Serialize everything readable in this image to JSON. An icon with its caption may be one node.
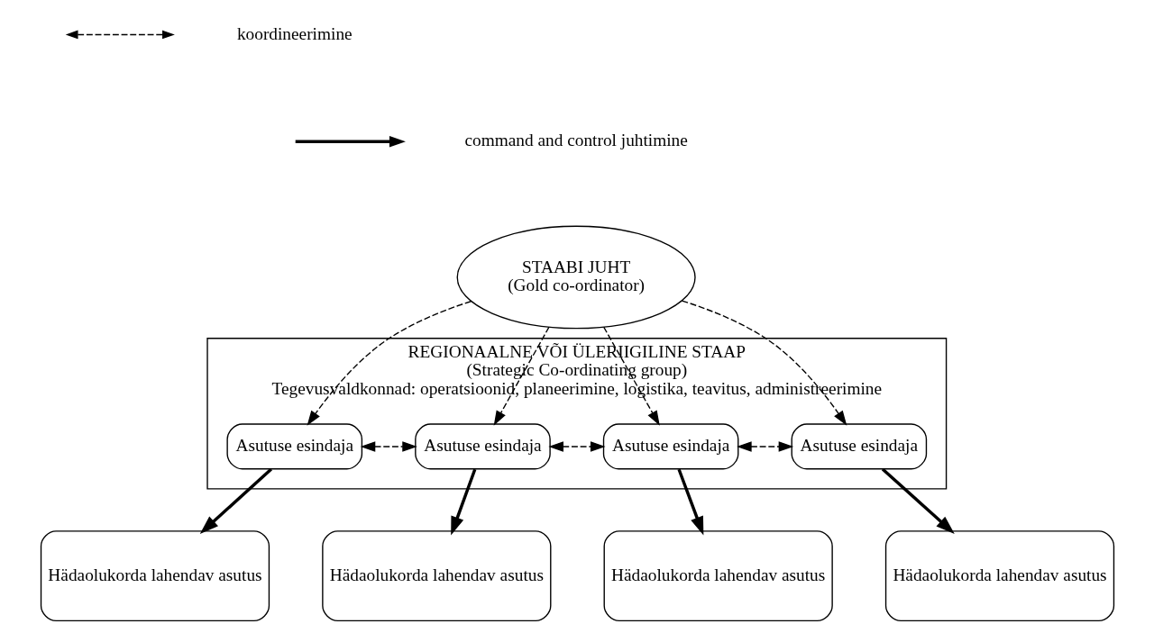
{
  "diagram": {
    "nodes": [
      {
        "text": [
          "STAABI JUHT",
          "(Gold co-ordinator)"
        ]
      },
      {
        "text": [
          "REGIONAALNE VÕI ÜLERIIGILINE STAAP",
          "(Strategic Co-ordinating group)",
          "Tegevusvaldkonnad: operatsioonid, planeerimine, logistika, teavitus, administreerimine"
        ]
      },
      {
        "text": [
          "Asutuse esindaja"
        ],
        "in": 1
      },
      {
        "text": [
          "Asutuse esindaja"
        ],
        "in": 1
      },
      {
        "text": [
          "Asutuse esindaja"
        ],
        "in": 1
      },
      {
        "text": [
          "Asutuse esindaja"
        ],
        "in": 1
      },
      {
        "text": [
          "Hädaolukorda lahendav asutus"
        ]
      },
      {
        "text": [
          "Hädaolukorda lahendav asutus"
        ]
      },
      {
        "text": [
          "Hädaolukorda lahendav asutus"
        ]
      },
      {
        "text": [
          "Hädaolukorda lahendav asutus"
        ]
      }
    ],
    "edges": [
      {
        "from": 0,
        "to": 2,
        "arrow": "to",
        "style": "dashed"
      },
      {
        "from": 0,
        "to": 3,
        "arrow": "to",
        "style": "dashed"
      },
      {
        "from": 0,
        "to": 4,
        "arrow": "to",
        "style": "dashed"
      },
      {
        "from": 0,
        "to": 5,
        "arrow": "to",
        "style": "dashed"
      },
      {
        "from": 2,
        "to": 3,
        "arrow": "both",
        "style": "dashed"
      },
      {
        "from": 3,
        "to": 4,
        "arrow": "both",
        "style": "dashed"
      },
      {
        "from": 4,
        "to": 5,
        "arrow": "both",
        "style": "dashed"
      },
      {
        "from": 2,
        "to": 6,
        "arrow": "to",
        "style": "thick"
      },
      {
        "from": 3,
        "to": 7,
        "arrow": "to",
        "style": "thick"
      },
      {
        "from": 4,
        "to": 8,
        "arrow": "to",
        "style": "thick"
      },
      {
        "from": 5,
        "to": 9,
        "arrow": "to",
        "style": "thick"
      }
    ],
    "legend": [
      {
        "text": "koordineerimine"
      },
      {
        "text": "command and control juhtimine"
      }
    ]
  }
}
